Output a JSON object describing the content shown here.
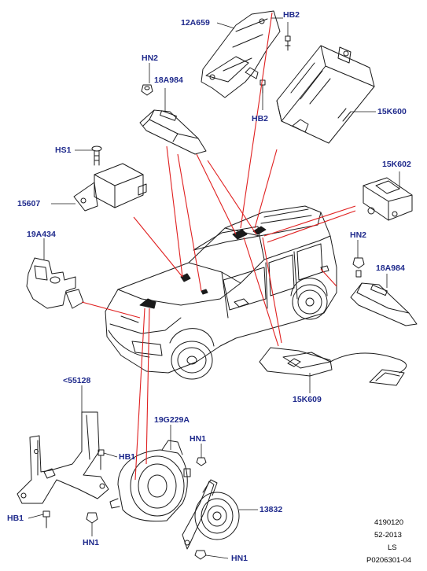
{
  "labels": {
    "p12A659": "12A659",
    "hb2_top": "HB2",
    "hb2_mid": "HB2",
    "hn2_left": "HN2",
    "p18A984_top": "18A984",
    "p15K600": "15K600",
    "hs1": "HS1",
    "p15K602": "15K602",
    "p15607": "15607",
    "p19A434": "19A434",
    "hn2_right": "HN2",
    "p18A984_right": "18A984",
    "p15K609": "15K609",
    "p55128": "<55128",
    "p19G229A": "19G229A",
    "hn1_top": "HN1",
    "hb1_right": "HB1",
    "hb1_left": "HB1",
    "hn1_left": "HN1",
    "p13832": "13832",
    "hn1_bottom": "HN1"
  },
  "reference": {
    "code": "4190120",
    "date": "52-2013",
    "initials": "LS",
    "illustration": "P0206301-04"
  },
  "colors": {
    "callout_text": "#1f2a8c",
    "leader_red": "#e02020",
    "line_art": "#1a1a1a",
    "background": "#ffffff"
  }
}
